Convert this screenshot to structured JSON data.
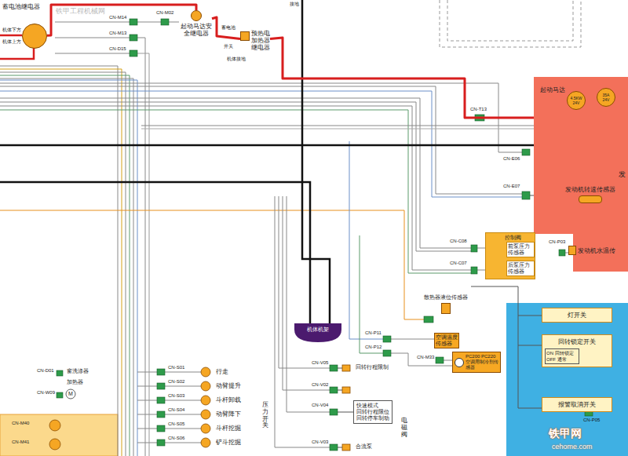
{
  "diagram": {
    "nodes": [
      {
        "text": [
          "蓄电池继电器"
        ]
      },
      {
        "text": [
          "起动马达安全继电器"
        ]
      },
      {
        "text": [
          "预热电加热器继电器"
        ]
      },
      {
        "text": [
          "发"
        ]
      },
      {
        "text": [
          "起动马达",
          "4.5KW 24V"
        ],
        "in": 3
      },
      {
        "text": [
          "35A 24V"
        ],
        "in": 3
      },
      {
        "text": [
          "发动机转速传感器"
        ],
        "in": 3
      },
      {
        "text": [
          "控制阀"
        ]
      },
      {
        "text": [
          "前泵压力传感器"
        ],
        "in": 7
      },
      {
        "text": [
          "后泵压力传感器"
        ],
        "in": 7
      },
      {
        "text": [
          "发动机水温传"
        ]
      },
      {
        "text": [
          "散热器液位传感器"
        ]
      },
      {
        "text": [
          "机体机架"
        ]
      },
      {
        "text": [
          "空调温度传感器"
        ]
      },
      {
        "text": [
          "PC200 PC220 空调用制冷剂传感器"
        ]
      },
      {
        "text": [
          "灯开关"
        ]
      },
      {
        "text": [
          "回转锁定开关",
          "ON 回转锁定 OFF 通常"
        ]
      },
      {
        "text": [
          "报警取消开关"
        ]
      },
      {
        "text": [
          "快速模式",
          "回转行程限位",
          "回转停车制动"
        ]
      }
    ],
    "edges": [
      {
        "from": 0,
        "to": 1,
        "arrow": "none"
      },
      {
        "from": 1,
        "to": 2,
        "arrow": "none"
      },
      {
        "from": 2,
        "to": 4,
        "arrow": "none"
      }
    ],
    "labels": [
      "铁甲工程机械网",
      "机体下方",
      "机体上方",
      "CN-M14",
      "CN-M13",
      "CN-D15",
      "CN-M02",
      "蓄电池",
      "开关",
      "机体接地",
      "接地",
      "CN-T13",
      "CN-E06",
      "CN-E07",
      "CN-C08",
      "CN-C07",
      "CN-P03",
      "CN-P11",
      "CN-P12",
      "CN-M33",
      "CN-D01",
      "窗洗涤器",
      "加热器",
      "CN-W09",
      "M",
      "CN-M40",
      "CN-M41",
      "CN-S01",
      "CN-S02",
      "CN-S03",
      "CN-S04",
      "CN-S05",
      "CN-S06",
      "行走",
      "动臂提升",
      "斗杆卸载",
      "动臂降下",
      "斗杆挖掘",
      "铲斗挖掘",
      "压力开关",
      "CN-V05",
      "回转行程限制",
      "CN-V02",
      "CN-V04",
      "CN-V03",
      "合流泵",
      "电磁阀",
      "CN-P05",
      "铁甲网",
      "cehome.com"
    ]
  }
}
